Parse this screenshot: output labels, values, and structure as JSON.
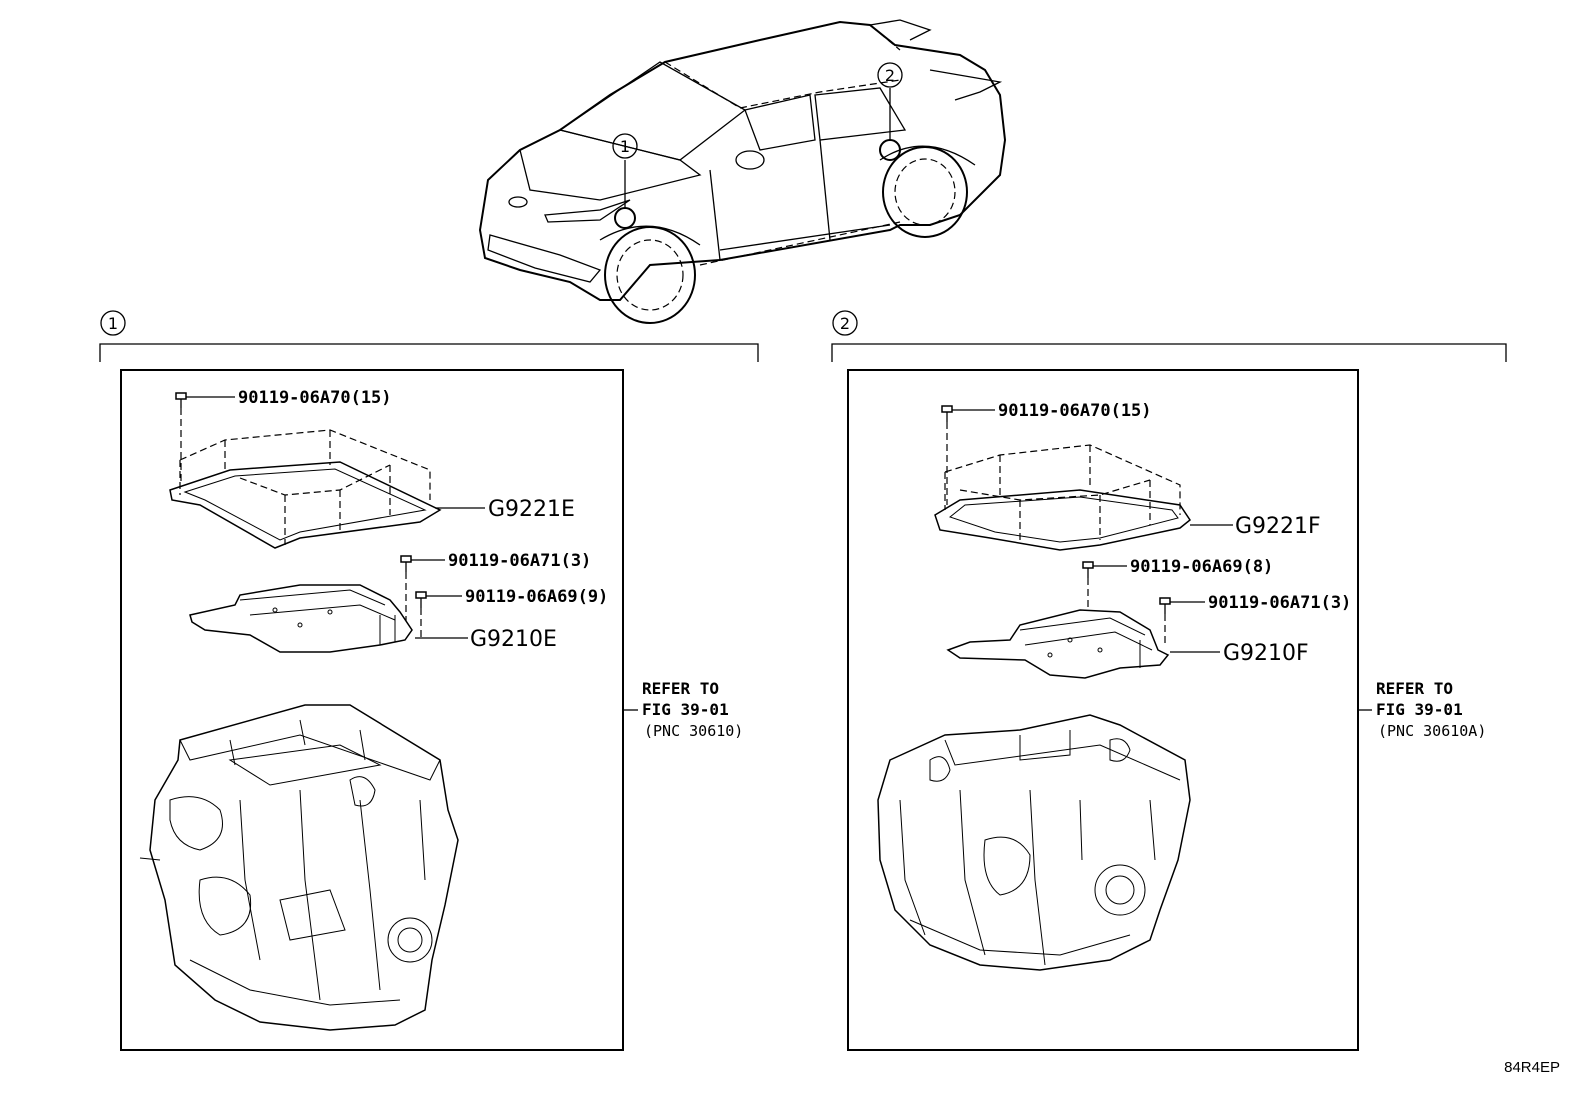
{
  "vehicle": {
    "callouts": [
      "1",
      "2"
    ]
  },
  "panel_1": {
    "index": "1",
    "parts": {
      "bolt_cover": "90119-06A70(15)",
      "cover": "G9221E",
      "bolt_a": "90119-06A71(3)",
      "bolt_b": "90119-06A69(9)",
      "inverter": "G9210E"
    },
    "refer": {
      "line1": "REFER TO",
      "line2": "FIG 39-01",
      "line3": "(PNC 30610)"
    }
  },
  "panel_2": {
    "index": "2",
    "parts": {
      "bolt_cover": "90119-06A70(15)",
      "cover": "G9221F",
      "bolt_a": "90119-06A69(8)",
      "bolt_b": "90119-06A71(3)",
      "inverter": "G9210F"
    },
    "refer": {
      "line1": "REFER TO",
      "line2": "FIG 39-01",
      "line3": "(PNC 30610A)"
    }
  },
  "figure_code": "84R4EP"
}
